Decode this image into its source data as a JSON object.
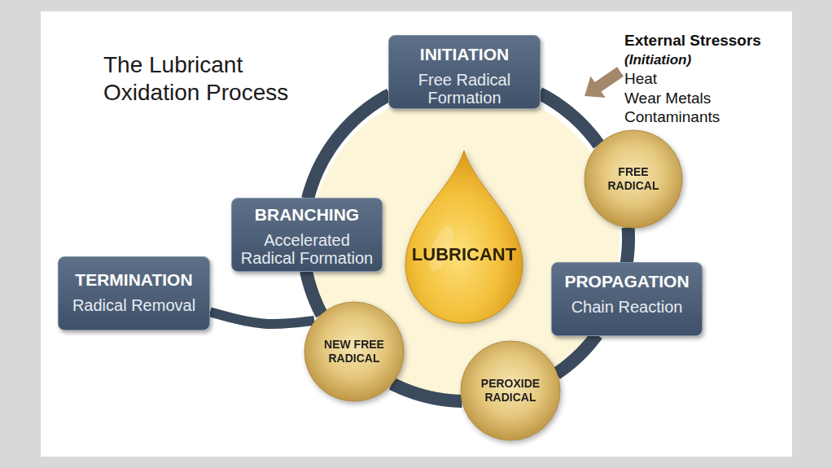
{
  "diagram": {
    "title": "The Lubricant Oxidation Process",
    "nodes": [
      {
        "text": [
          "INITIATION",
          "Free Radical Formation"
        ]
      },
      {
        "text": [
          "FREE RADICAL"
        ]
      },
      {
        "text": [
          "PROPAGATION",
          "Chain Reaction"
        ]
      },
      {
        "text": [
          "PEROXIDE RADICAL"
        ]
      },
      {
        "text": [
          "NEW FREE RADICAL"
        ]
      },
      {
        "text": [
          "BRANCHING",
          "Accelerated Radical Formation"
        ]
      },
      {
        "text": [
          "TERMINATION",
          "Radical Removal"
        ]
      },
      {
        "text": [
          "LUBRICANT"
        ]
      }
    ],
    "edges": [
      {
        "from": 0,
        "to": 1,
        "arrow": "none"
      },
      {
        "from": 1,
        "to": 2,
        "arrow": "none"
      },
      {
        "from": 2,
        "to": 3,
        "arrow": "none"
      },
      {
        "from": 3,
        "to": 4,
        "arrow": "none"
      },
      {
        "from": 4,
        "to": 5,
        "arrow": "none"
      },
      {
        "from": 5,
        "to": 0,
        "arrow": "none"
      },
      {
        "from": 4,
        "to": 6,
        "arrow": "none"
      }
    ],
    "labels": [
      "External Stressors",
      "(Initiation)",
      "Heat",
      "Wear Metals",
      "Contaminants"
    ]
  }
}
